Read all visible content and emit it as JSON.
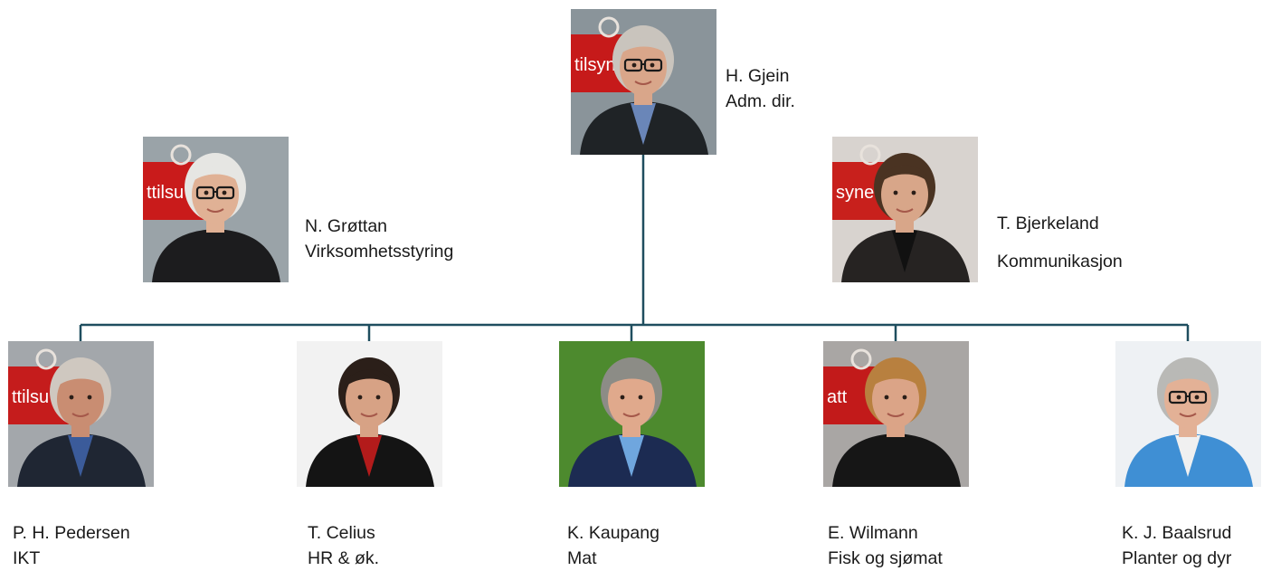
{
  "colors": {
    "connector": "#1f4e5f",
    "background": "#ffffff",
    "text": "#1a1a1a"
  },
  "top": {
    "name": "H. Gjein",
    "role": "Adm. dir.",
    "photo": {
      "backdrop": "#8a949a",
      "sign": "#c61a1a",
      "sign_text": "tilsyne",
      "hair": "#c9c4bd",
      "skin": "#d9a68a",
      "suit": "#1f2326",
      "shirt": "#6a86b8",
      "glasses": true
    }
  },
  "staff": [
    {
      "key": "nw",
      "name": "N. Grøttan",
      "role": "Virksomhetsstyring",
      "photo": {
        "backdrop": "#9aa3a8",
        "sign": "#c91b1b",
        "sign_text": "ttilsu",
        "hair": "#e6e6e3",
        "skin": "#e0b195",
        "suit": "#1c1c1e",
        "shirt": "#1c1c1e",
        "glasses": true
      }
    },
    {
      "key": "ne",
      "name": "T. Bjerkeland",
      "role": "Kommunikasjon",
      "photo": {
        "backdrop": "#d8d3cf",
        "sign": "#c8201c",
        "sign_text": "synet",
        "hair": "#4a3322",
        "skin": "#d8a689",
        "suit": "#262322",
        "shirt": "#111111",
        "glasses": false
      }
    }
  ],
  "directors": [
    {
      "name": "P. H. Pedersen",
      "role": "IKT",
      "photo": {
        "backdrop": "#a3a7ab",
        "sign": "#c51c1c",
        "sign_text": "ttilsu",
        "hair": "#cfc8c0",
        "skin": "#c98d72",
        "suit": "#1f2633",
        "shirt": "#3b5b9a",
        "glasses": false
      }
    },
    {
      "name": "T. Celius",
      "role": "HR & øk.",
      "photo": {
        "backdrop": "#f2f2f2",
        "sign": "",
        "sign_text": "",
        "hair": "#2b1f19",
        "skin": "#d7a285",
        "suit": "#141414",
        "shirt": "#b31b1b",
        "glasses": false
      }
    },
    {
      "name": "K. Kaupang",
      "role": "Mat",
      "photo": {
        "backdrop": "#4d8a2e",
        "sign": "",
        "sign_text": "",
        "hair": "#8c8c86",
        "skin": "#e0a98c",
        "suit": "#1c2b52",
        "shirt": "#6fa6de",
        "glasses": false
      }
    },
    {
      "name": "E. Wilmann",
      "role": "Fisk og sjømat",
      "photo": {
        "backdrop": "#a9a6a4",
        "sign": "#c21a1a",
        "sign_text": "att",
        "hair": "#b8803f",
        "skin": "#dba487",
        "suit": "#161616",
        "shirt": "#161616",
        "glasses": false
      }
    },
    {
      "name": "K. J. Baalsrud",
      "role": "Planter og dyr",
      "photo": {
        "backdrop": "#eef1f4",
        "sign": "",
        "sign_text": "",
        "hair": "#b9b9b6",
        "skin": "#e3b196",
        "suit": "#3f8fd4",
        "shirt": "#f0f0f0",
        "glasses": true
      }
    }
  ]
}
